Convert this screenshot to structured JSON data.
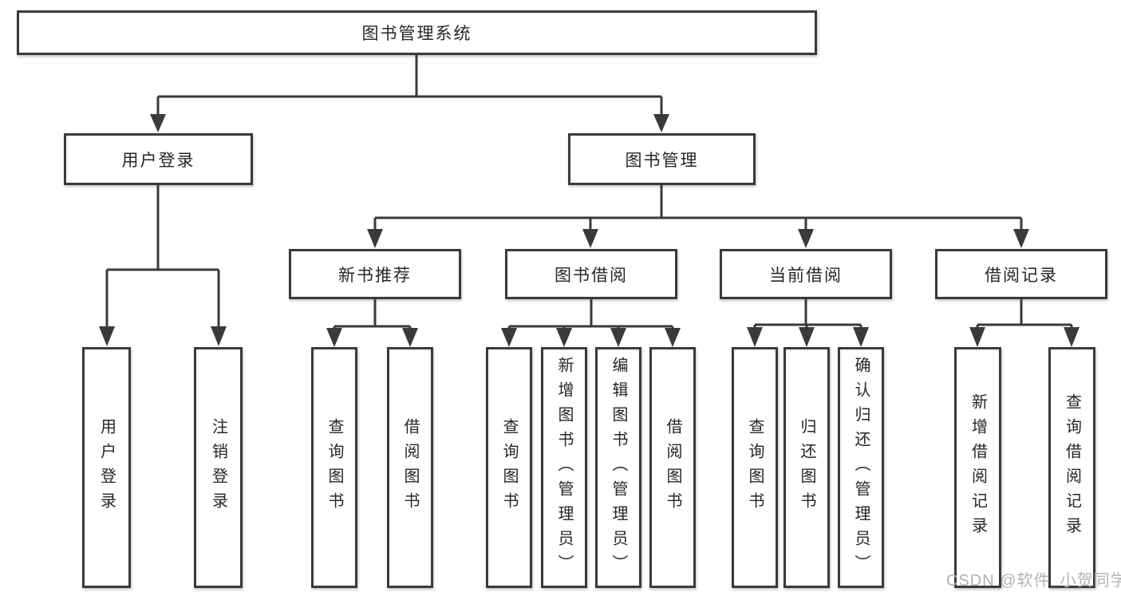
{
  "diagram": {
    "nodes": {
      "root": "图书管理系统",
      "user_login": "用户登录",
      "book_mgmt": "图书管理",
      "new_books": "新书推荐",
      "book_borrow": "图书借阅",
      "current_borrow": "当前借阅",
      "borrow_records": "借阅记录",
      "leaf_user_login": "用户登录",
      "leaf_logout": "注销登录",
      "leaf_nb_query": "查询图书",
      "leaf_nb_borrow": "借阅图书",
      "leaf_bb_query": "查询图书",
      "leaf_bb_add": "新增图书（管理员）",
      "leaf_bb_edit": "编辑图书（管理员）",
      "leaf_bb_borrow": "借阅图书",
      "leaf_cb_query": "查询图书",
      "leaf_cb_return": "归还图书",
      "leaf_cb_confirm": "确认归还（管理员）",
      "leaf_br_add": "新增借阅记录",
      "leaf_br_query": "查询借阅记录"
    },
    "watermark": "CSDN @软件_小贺同学",
    "colors": {
      "line": "#3a3a3a",
      "text": "#262626",
      "watermark": "#b3b3b3",
      "background": "#ffffff"
    }
  }
}
